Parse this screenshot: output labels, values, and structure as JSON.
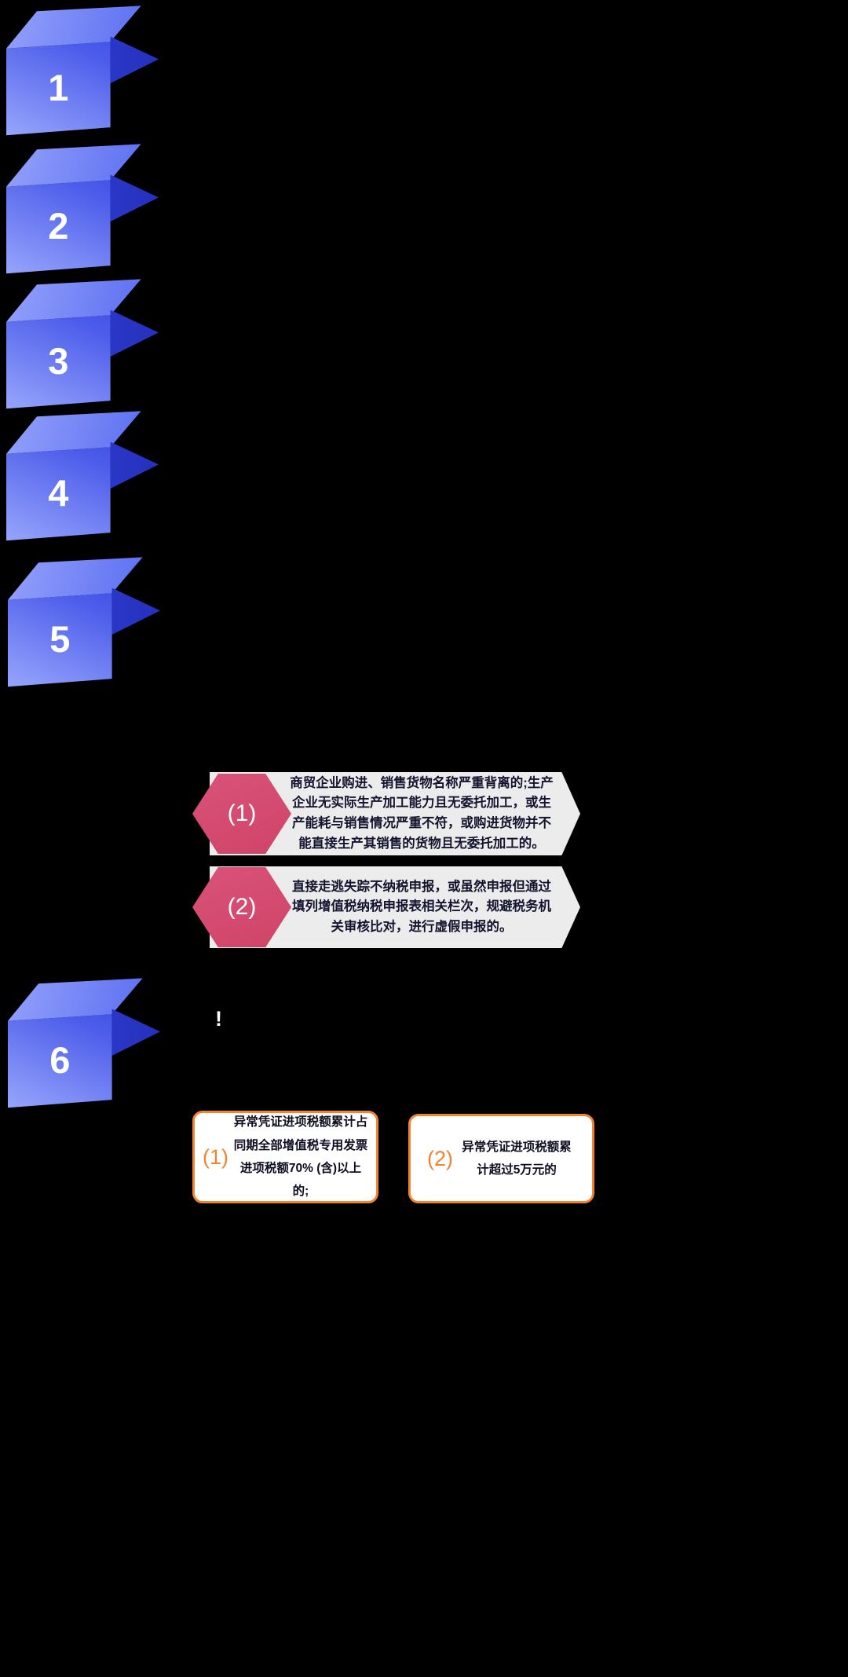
{
  "steps": [
    {
      "label": "1"
    },
    {
      "label": "2"
    },
    {
      "label": "3"
    },
    {
      "label": "4"
    },
    {
      "label": "5"
    },
    {
      "label": "6"
    }
  ],
  "callouts": [
    {
      "badge": "(1)",
      "text": "商贸企业购进、销售货物名称严重背离的;生产企业无实际生产加工能力且无委托加工，或生产能耗与销售情况严重不符，或购进货物并不能直接生产其销售的货物且无委托加工的。"
    },
    {
      "badge": "(2)",
      "text": "直接走逃失踪不纳税申报，或虽然申报但通过填列增值税纳税申报表相关栏次，规避税务机关审核比对，进行虚假申报的。"
    }
  ],
  "notice_mark": "!",
  "criteria": [
    {
      "badge": "(1)",
      "text": "异常凭证进项税额累计占同期全部增值税专用发票进项税额70% (含)以上的;"
    },
    {
      "badge": "(2)",
      "text": "异常凭证进项税额累计超过5万元的"
    }
  ],
  "colors": {
    "background": "#000000",
    "step_blue_light": "#97a6fc",
    "step_blue_dark": "#2e3cd8",
    "step_arrow_blue": "#2531bd",
    "hexagon_pink": "#d5496e",
    "callout_gray": "#ececec",
    "callout_text": "#14142f",
    "criteria_orange": "#f5822d",
    "criteria_text": "#0d0d20",
    "number_white": "#ffffff"
  }
}
